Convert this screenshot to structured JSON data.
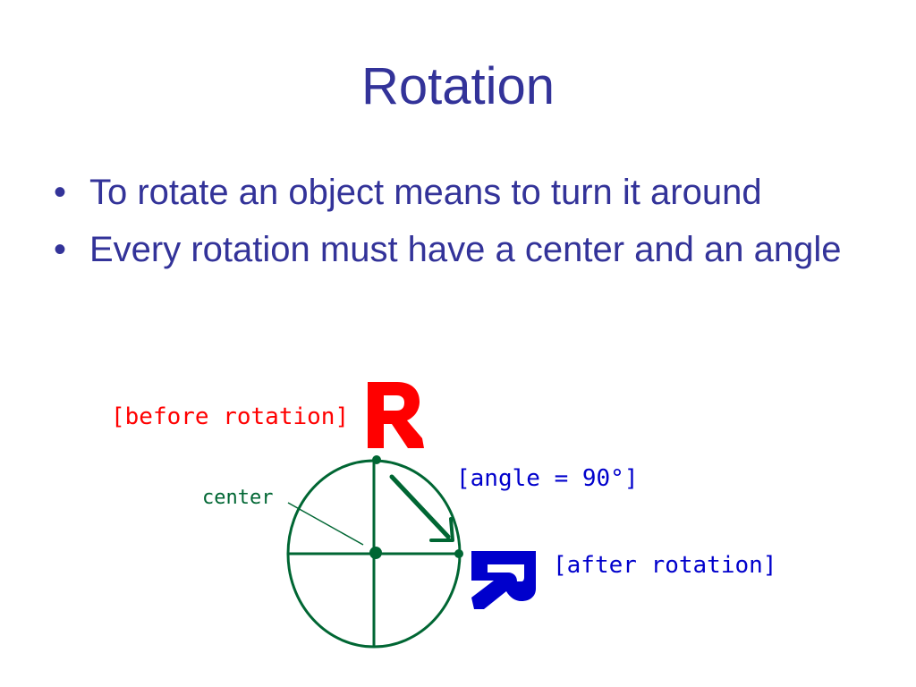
{
  "slide": {
    "title": "Rotation",
    "bullets": [
      {
        "marker": "•",
        "text": "To rotate an object means to turn it around"
      },
      {
        "marker": "•",
        "text": "Every rotation must have a center and an angle"
      }
    ]
  },
  "diagram": {
    "labels": {
      "before": "[before rotation]",
      "after": "[after rotation]",
      "angle": "[angle = 90°]",
      "center": "center"
    },
    "letter": "R",
    "rotation_degrees": 90,
    "colors": {
      "title_text": "#333399",
      "before": "#ff0000",
      "after": "#0000cc",
      "circle": "#006633"
    }
  }
}
